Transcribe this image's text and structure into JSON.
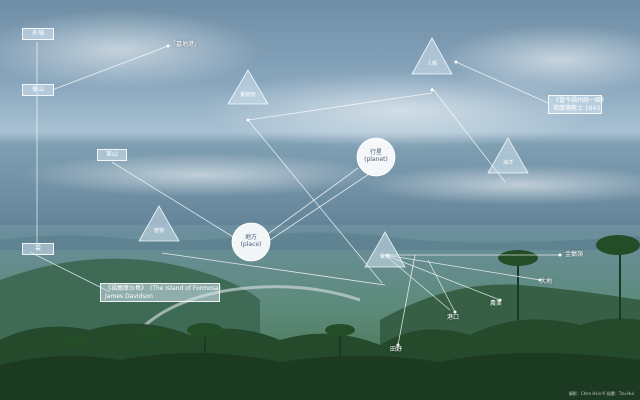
{
  "tags": {
    "top_left": "外埔",
    "mid_left": "後山",
    "quote_top": "「墓地港」",
    "small_left": "草山",
    "lower_left": "雲",
    "right_quote_line1": "《當今福州統一國》",
    "right_quote_line2": "荷蘭傳教士 1643",
    "book_line1": "《福爾摩沙島》　(The Island of Formosa)",
    "book_line2": "James Davidson"
  },
  "triangles": {
    "upper": "動植物",
    "right_top": "人類",
    "right_mid": "海洋",
    "left_low": "植物",
    "center_low": "聚落"
  },
  "circles": {
    "star": {
      "line1": "行星",
      "line2": "(planet)"
    },
    "place": {
      "line1": "地方",
      "line2": "(place)"
    }
  },
  "labels": {
    "right_1": "金鵝嶺",
    "right_2": "大地",
    "right_3": "農業",
    "right_4": "港口",
    "right_5": "田野"
  },
  "credit": "攝影：Chen Hsin-Yi 插畫：Tzu-Hui"
}
